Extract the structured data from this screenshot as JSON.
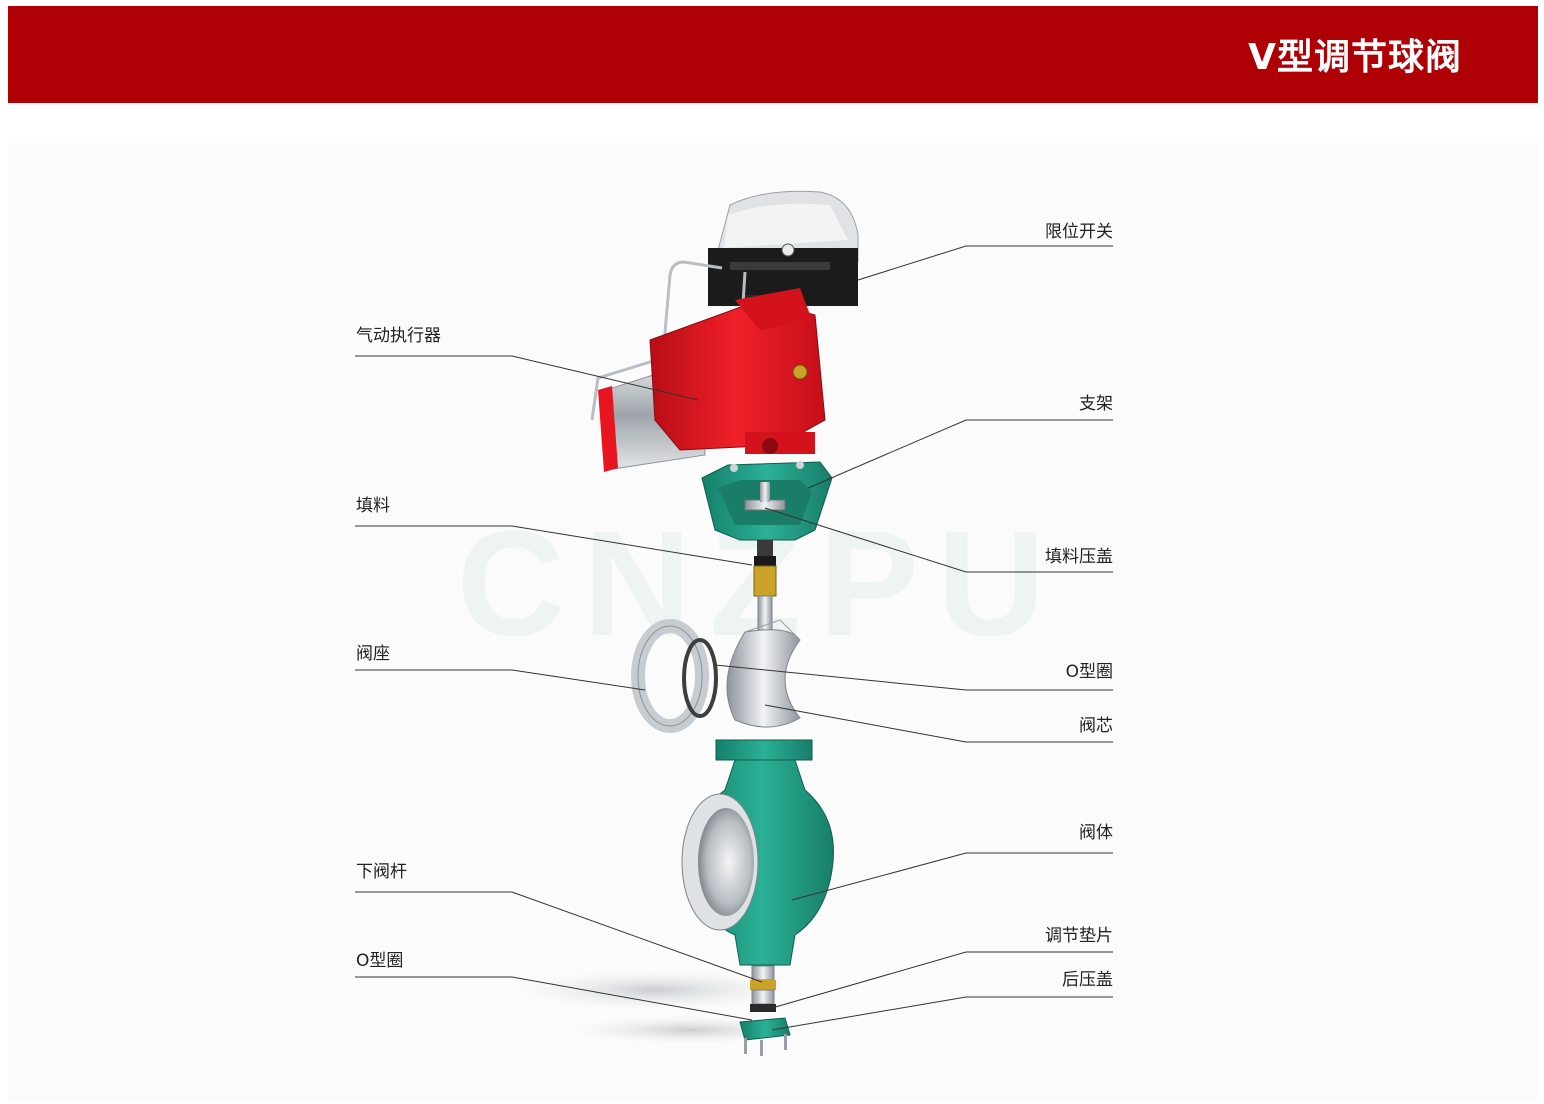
{
  "header": {
    "title": "V型调节球阀",
    "bg_color": "#ae0005"
  },
  "watermark": "CNZPU",
  "colors": {
    "actuator": "#e8141f",
    "bracket": "#2e9b86",
    "body": "#1f9a80",
    "metal": "#c8ccd2",
    "switch_box": "#1b1b1b"
  },
  "labels_left": [
    {
      "key": "actuator",
      "text": "气动执行器"
    },
    {
      "key": "packing",
      "text": "填料"
    },
    {
      "key": "seat",
      "text": "阀座"
    },
    {
      "key": "lower_stem",
      "text": "下阀杆"
    },
    {
      "key": "oring_bottom",
      "text": "O型圈"
    }
  ],
  "labels_right": [
    {
      "key": "limit_switch",
      "text": "限位开关"
    },
    {
      "key": "bracket",
      "text": "支架"
    },
    {
      "key": "gland",
      "text": "填料压盖"
    },
    {
      "key": "oring_top",
      "text": "O型圈"
    },
    {
      "key": "core",
      "text": "阀芯"
    },
    {
      "key": "body",
      "text": "阀体"
    },
    {
      "key": "shim",
      "text": "调节垫片"
    },
    {
      "key": "back_cover",
      "text": "后压盖"
    }
  ]
}
